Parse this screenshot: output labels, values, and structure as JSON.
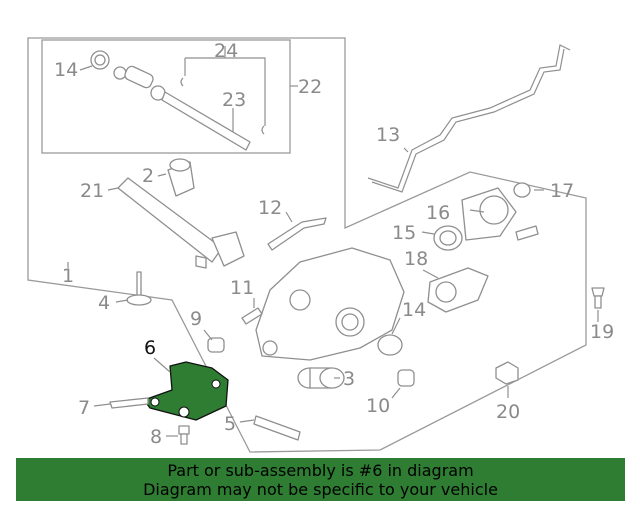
{
  "diagram": {
    "callouts": [
      "14",
      "24",
      "22",
      "23",
      "2",
      "21",
      "13",
      "17",
      "16",
      "15",
      "12",
      "18",
      "1",
      "4",
      "11",
      "14",
      "9",
      "6",
      "3",
      "19",
      "7",
      "10",
      "20",
      "5",
      "8"
    ],
    "highlight_part": "6",
    "colors": {
      "highlight": "#2e7d32",
      "line": "#8f8f8f",
      "label": "#8a8a8a"
    }
  },
  "banner": {
    "line1": "Part or sub-assembly is #6 in diagram",
    "line2": "Diagram may not be specific to your vehicle"
  }
}
